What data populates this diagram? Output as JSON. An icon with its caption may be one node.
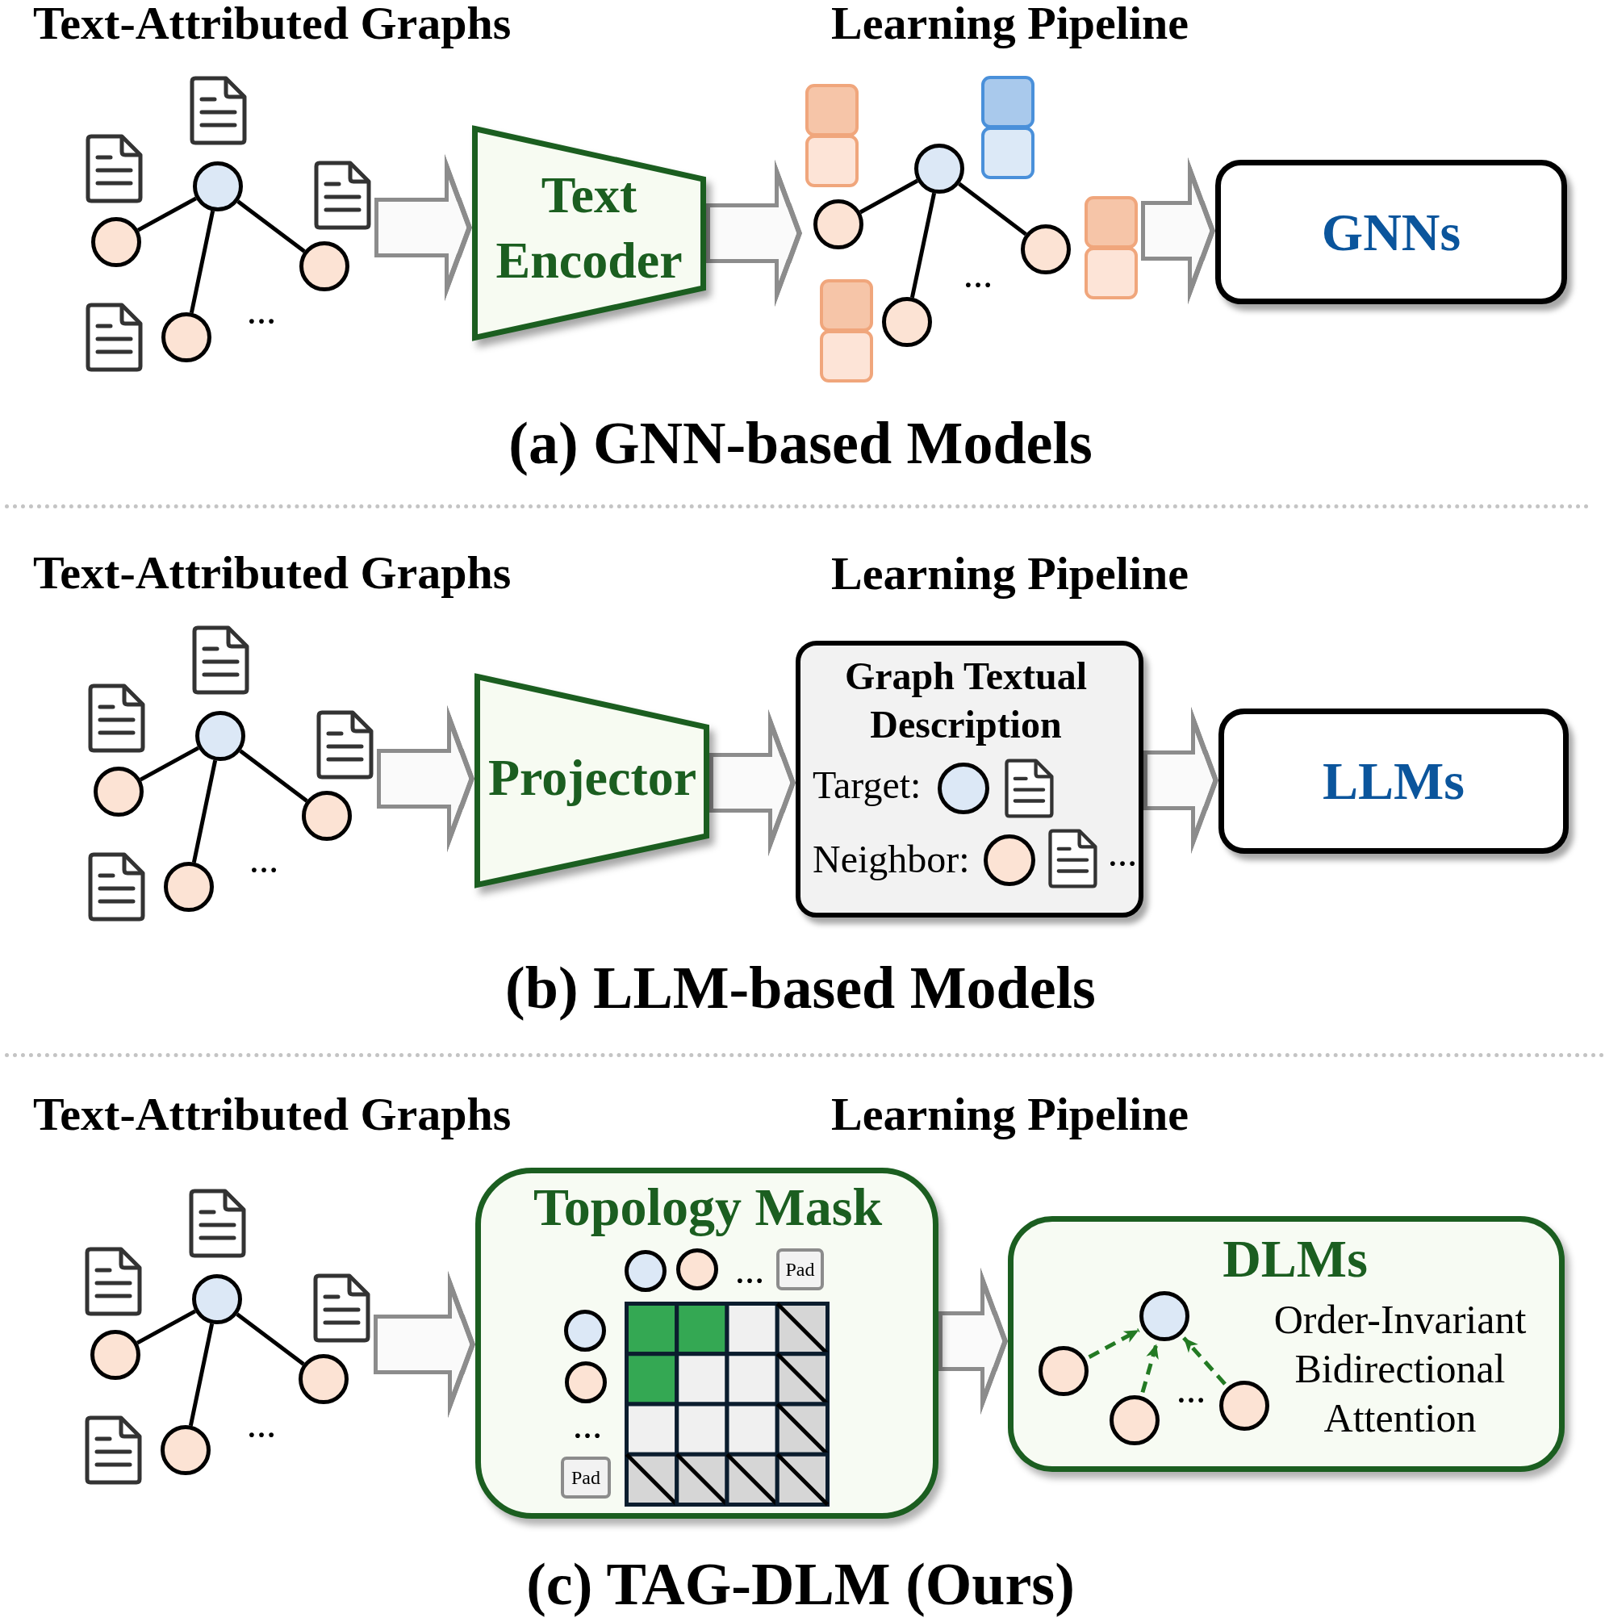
{
  "diagram": {
    "nodes": [
      {
        "text": [],
        "shape": "picture"
      },
      {
        "text": [],
        "shape": "circle",
        "in": 0
      },
      {
        "text": [],
        "shape": "circle",
        "in": 0
      },
      {
        "text": [],
        "shape": "circle",
        "in": 0
      },
      {
        "text": [],
        "shape": "circle",
        "in": 0
      },
      {
        "text": [
          "Text Encoder"
        ]
      },
      {
        "text": [],
        "shape": "picture"
      },
      {
        "text": [],
        "shape": "circle",
        "in": 6
      },
      {
        "text": [],
        "shape": "circle",
        "in": 6
      },
      {
        "text": [],
        "shape": "circle",
        "in": 6
      },
      {
        "text": [],
        "shape": "circle",
        "in": 6
      },
      {
        "text": [
          "GNNs"
        ]
      },
      {
        "text": [],
        "shape": "picture"
      },
      {
        "text": [],
        "shape": "circle",
        "in": 12
      },
      {
        "text": [],
        "shape": "circle",
        "in": 12
      },
      {
        "text": [],
        "shape": "circle",
        "in": 12
      },
      {
        "text": [],
        "shape": "circle",
        "in": 12
      },
      {
        "text": [
          "Projector"
        ]
      },
      {
        "text": [
          "Graph Textual Description",
          "Target:",
          "Neighbor:",
          "…"
        ]
      },
      {
        "text": [
          "LLMs"
        ]
      },
      {
        "text": [],
        "shape": "picture"
      },
      {
        "text": [],
        "shape": "circle",
        "in": 20
      },
      {
        "text": [],
        "shape": "circle",
        "in": 20
      },
      {
        "text": [],
        "shape": "circle",
        "in": 20
      },
      {
        "text": [],
        "shape": "circle",
        "in": 20
      },
      {
        "text": [
          "Topology Mask",
          "…",
          "…"
        ]
      },
      {
        "text": [
          "Pad"
        ],
        "in": 25
      },
      {
        "text": [
          "Pad"
        ],
        "in": 25
      },
      {
        "text": [
          "DLMs",
          "…",
          "Order-Invariant Bidirectional Attention"
        ]
      },
      {
        "text": [],
        "shape": "circle",
        "in": 28
      },
      {
        "text": [],
        "shape": "circle",
        "in": 28
      },
      {
        "text": [],
        "shape": "circle",
        "in": 28
      },
      {
        "text": [],
        "shape": "circle",
        "in": 28
      }
    ],
    "edges": [
      {
        "from": 1,
        "to": 2,
        "arrow": "none"
      },
      {
        "from": 1,
        "to": 3,
        "arrow": "none"
      },
      {
        "from": 1,
        "to": 4,
        "arrow": "none"
      },
      {
        "from": 0,
        "to": 5,
        "arrow": "to",
        "style": "thick",
        "color": "#8c8c8c"
      },
      {
        "from": 5,
        "to": 6,
        "arrow": "to",
        "style": "thick",
        "color": "#8c8c8c"
      },
      {
        "from": 7,
        "to": 8,
        "arrow": "none"
      },
      {
        "from": 7,
        "to": 9,
        "arrow": "none"
      },
      {
        "from": 7,
        "to": 10,
        "arrow": "none"
      },
      {
        "from": 6,
        "to": 11,
        "arrow": "to",
        "style": "thick",
        "color": "#8c8c8c"
      },
      {
        "from": 13,
        "to": 14,
        "arrow": "none"
      },
      {
        "from": 13,
        "to": 15,
        "arrow": "none"
      },
      {
        "from": 13,
        "to": 16,
        "arrow": "none"
      },
      {
        "from": 12,
        "to": 17,
        "arrow": "to",
        "style": "thick",
        "color": "#8c8c8c"
      },
      {
        "from": 17,
        "to": 18,
        "arrow": "to",
        "style": "thick",
        "color": "#8c8c8c"
      },
      {
        "from": 18,
        "to": 19,
        "arrow": "to",
        "style": "thick",
        "color": "#8c8c8c"
      },
      {
        "from": 21,
        "to": 22,
        "arrow": "none"
      },
      {
        "from": 21,
        "to": 23,
        "arrow": "none"
      },
      {
        "from": 21,
        "to": 24,
        "arrow": "none"
      },
      {
        "from": 20,
        "to": 25,
        "arrow": "to",
        "style": "thick",
        "color": "#8c8c8c"
      },
      {
        "from": 25,
        "to": 28,
        "arrow": "to",
        "style": "thick",
        "color": "#8c8c8c"
      },
      {
        "from": 30,
        "to": 29,
        "arrow": "to",
        "style": "dashed",
        "color": "#237a23"
      },
      {
        "from": 31,
        "to": 29,
        "arrow": "to",
        "style": "dashed",
        "color": "#237a23"
      },
      {
        "from": 32,
        "to": 29,
        "arrow": "to",
        "style": "dashed",
        "color": "#237a23"
      }
    ],
    "labels": [
      "Text-Attributed Graphs",
      "Learning Pipeline",
      "…",
      "…",
      "(a) GNN-based Models",
      "Text-Attributed Graphs",
      "Learning Pipeline",
      "…",
      "(b) LLM-based Models",
      "Text-Attributed Graphs",
      "Learning Pipeline",
      "…",
      "(c) TAG-DLM (Ours)"
    ]
  }
}
